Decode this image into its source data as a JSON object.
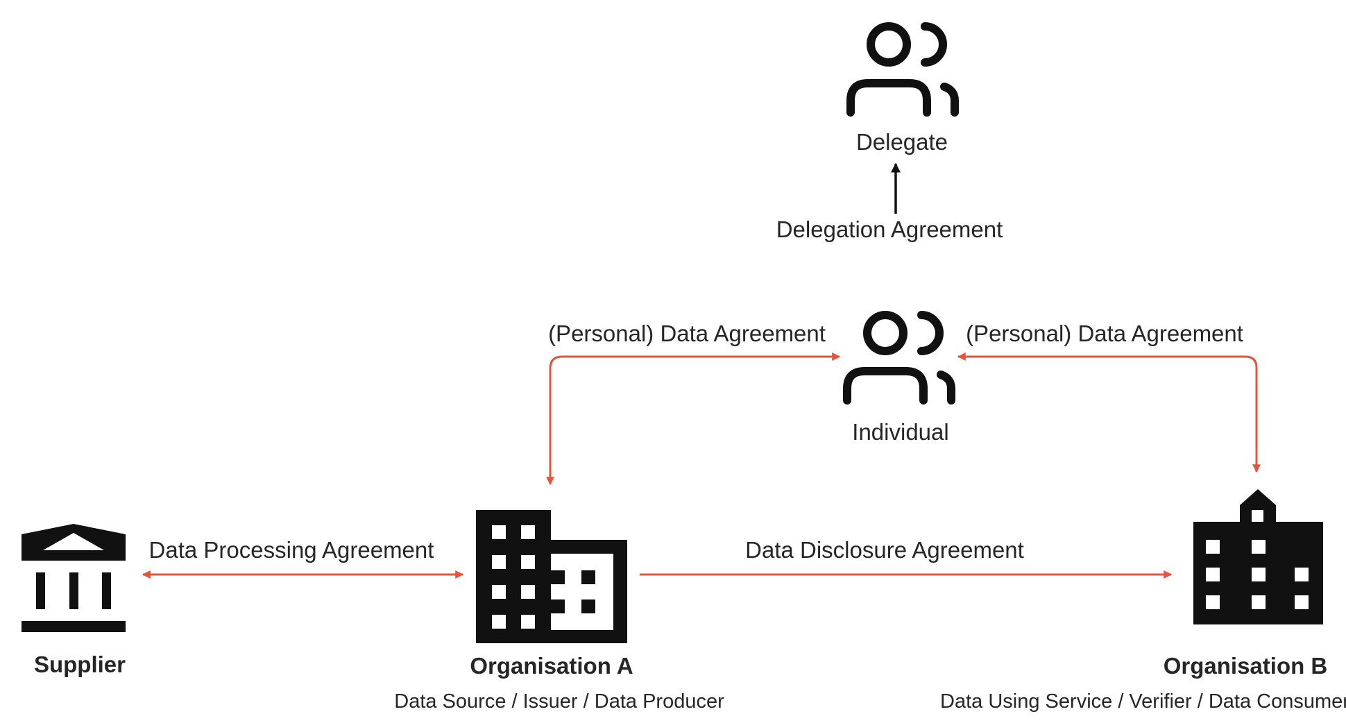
{
  "colors": {
    "relation_line": "#e5533d",
    "delegation_line": "#111111",
    "icon": "#111111",
    "background": "#ffffff"
  },
  "nodes": {
    "delegate": {
      "label": "Delegate",
      "icon": "people-icon"
    },
    "individual": {
      "label": "Individual",
      "icon": "people-icon"
    },
    "supplier": {
      "label": "Supplier",
      "icon": "institution-icon"
    },
    "organisation_a": {
      "label": "Organisation A",
      "subtitle": "Data Source / Issuer / Data Producer",
      "icon": "office-building-icon"
    },
    "organisation_b": {
      "label": "Organisation B",
      "subtitle": "Data Using Service / Verifier / Data Consumer",
      "icon": "city-buildings-icon"
    }
  },
  "edges": {
    "delegation": {
      "label": "Delegation Agreement",
      "from": "Individual",
      "to": "Delegate"
    },
    "personal_left": {
      "label": "(Personal) Data Agreement",
      "from": "Individual",
      "to": "Organisation A"
    },
    "personal_right": {
      "label": "(Personal) Data Agreement",
      "from": "Individual",
      "to": "Organisation B"
    },
    "processing": {
      "label": "Data Processing Agreement",
      "from": "Supplier",
      "to": "Organisation A"
    },
    "disclosure": {
      "label": "Data Disclosure Agreement",
      "from": "Organisation A",
      "to": "Organisation B"
    }
  }
}
